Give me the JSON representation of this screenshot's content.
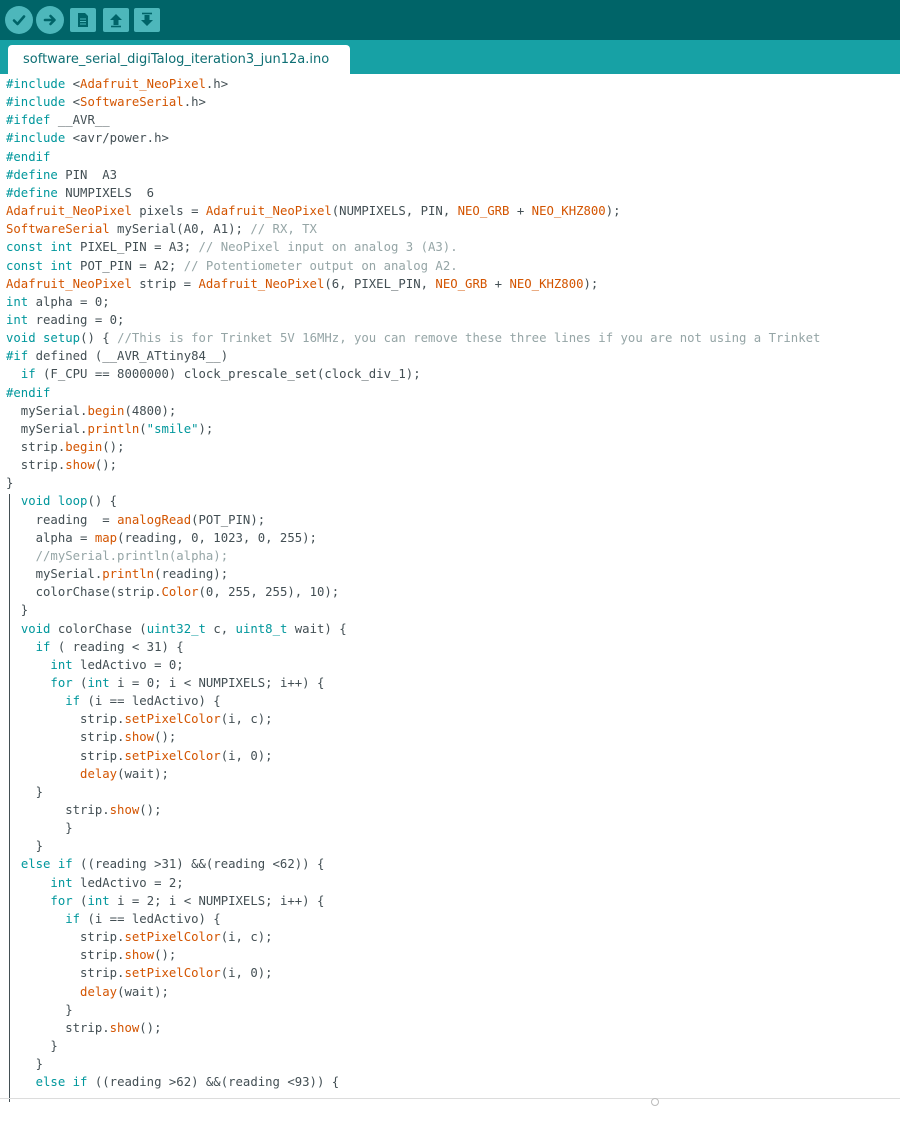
{
  "toolbar": {
    "buttons": [
      {
        "name": "verify",
        "icon": "checkmark-icon"
      },
      {
        "name": "upload",
        "icon": "arrow-right-icon"
      },
      {
        "name": "new",
        "icon": "document-icon"
      },
      {
        "name": "open",
        "icon": "arrow-up-icon"
      },
      {
        "name": "save",
        "icon": "arrow-down-icon"
      }
    ]
  },
  "tab": {
    "label": "software_serial_digiTalog_iteration3_jun12a.ino"
  },
  "colors": {
    "toolbar_bg": "#006468",
    "tab_bar_bg": "#17a1a5",
    "button_bg": "#4db7bb",
    "keyword": "#00979c",
    "function": "#d35400",
    "comment": "#95a5a6",
    "text": "#434f54"
  },
  "code_lines": [
    [
      [
        "k",
        "#include"
      ],
      [
        "t",
        " <"
      ],
      [
        "f",
        "Adafruit_NeoPixel"
      ],
      [
        "t",
        ".h>"
      ]
    ],
    [
      [
        "k",
        "#include"
      ],
      [
        "t",
        " <"
      ],
      [
        "f",
        "SoftwareSerial"
      ],
      [
        "t",
        ".h>"
      ]
    ],
    [
      [
        "k",
        "#ifdef"
      ],
      [
        "t",
        " __AVR__"
      ]
    ],
    [
      [
        "k",
        "#include"
      ],
      [
        "t",
        " <avr/power.h>"
      ]
    ],
    [
      [
        "k",
        "#endif"
      ]
    ],
    [
      [
        "k",
        "#define"
      ],
      [
        "t",
        " PIN  A3"
      ]
    ],
    [
      [
        "k",
        "#define"
      ],
      [
        "t",
        " NUMPIXELS  6"
      ]
    ],
    [
      [
        "f",
        "Adafruit_NeoPixel"
      ],
      [
        "t",
        " pixels = "
      ],
      [
        "f",
        "Adafruit_NeoPixel"
      ],
      [
        "t",
        "(NUMPIXELS, PIN, "
      ],
      [
        "f",
        "NEO_GRB"
      ],
      [
        "t",
        " + "
      ],
      [
        "f",
        "NEO_KHZ800"
      ],
      [
        "t",
        ");"
      ]
    ],
    [
      [
        "f",
        "SoftwareSerial"
      ],
      [
        "t",
        " mySerial(A0, A1); "
      ],
      [
        "c",
        "// RX, TX"
      ]
    ],
    [
      [
        "k",
        "const int"
      ],
      [
        "t",
        " PIXEL_PIN = A3; "
      ],
      [
        "c",
        "// NeoPixel input on analog 3 (A3)."
      ]
    ],
    [
      [
        "k",
        "const int"
      ],
      [
        "t",
        " POT_PIN = A2; "
      ],
      [
        "c",
        "// Potentiometer output on analog A2."
      ]
    ],
    [
      [
        "f",
        "Adafruit_NeoPixel"
      ],
      [
        "t",
        " strip = "
      ],
      [
        "f",
        "Adafruit_NeoPixel"
      ],
      [
        "t",
        "(6, PIXEL_PIN, "
      ],
      [
        "f",
        "NEO_GRB"
      ],
      [
        "t",
        " + "
      ],
      [
        "f",
        "NEO_KHZ800"
      ],
      [
        "t",
        ");"
      ]
    ],
    [
      [
        "k",
        "int"
      ],
      [
        "t",
        " alpha = 0;"
      ]
    ],
    [
      [
        "k",
        "int"
      ],
      [
        "t",
        " reading = 0;"
      ]
    ],
    [
      [
        "k",
        "void"
      ],
      [
        "t",
        " "
      ],
      [
        "k",
        "setup"
      ],
      [
        "t",
        "() { "
      ],
      [
        "c",
        "//This is for Trinket 5V 16MHz, you can remove these three lines if you are not using a Trinket"
      ]
    ],
    [
      [
        "k",
        "#if"
      ],
      [
        "t",
        " defined (__AVR_ATtiny84__)"
      ]
    ],
    [
      [
        "t",
        "  "
      ],
      [
        "k",
        "if"
      ],
      [
        "t",
        " (F_CPU == 8000000) clock_prescale_set(clock_div_1);"
      ]
    ],
    [
      [
        "k",
        "#endif"
      ]
    ],
    [
      [
        "t",
        "  mySerial."
      ],
      [
        "f",
        "begin"
      ],
      [
        "t",
        "(4800);"
      ]
    ],
    [
      [
        "t",
        "  mySerial."
      ],
      [
        "f",
        "println"
      ],
      [
        "t",
        "("
      ],
      [
        "k",
        "\"smile\""
      ],
      [
        "t",
        ");"
      ]
    ],
    [
      [
        "t",
        "  strip."
      ],
      [
        "f",
        "begin"
      ],
      [
        "t",
        "();"
      ]
    ],
    [
      [
        "t",
        "  strip."
      ],
      [
        "f",
        "show"
      ],
      [
        "t",
        "();"
      ]
    ],
    [
      [
        "t",
        "}"
      ]
    ],
    [
      [
        "t",
        "  "
      ],
      [
        "k",
        "void"
      ],
      [
        "t",
        " "
      ],
      [
        "k",
        "loop"
      ],
      [
        "t",
        "() {"
      ]
    ],
    [
      [
        "t",
        "    reading  = "
      ],
      [
        "f",
        "analogRead"
      ],
      [
        "t",
        "(POT_PIN);"
      ]
    ],
    [
      [
        "t",
        "    alpha = "
      ],
      [
        "f",
        "map"
      ],
      [
        "t",
        "(reading, 0, 1023, 0, 255);"
      ]
    ],
    [
      [
        "c",
        "    //mySerial.println(alpha);"
      ]
    ],
    [
      [
        "t",
        "    mySerial."
      ],
      [
        "f",
        "println"
      ],
      [
        "t",
        "(reading);"
      ]
    ],
    [
      [
        "t",
        "    colorChase(strip."
      ],
      [
        "f",
        "Color"
      ],
      [
        "t",
        "(0, 255, 255), 10);"
      ]
    ],
    [
      [
        "t",
        "  }"
      ]
    ],
    [
      [
        "t",
        "  "
      ],
      [
        "k",
        "void"
      ],
      [
        "t",
        " colorChase ("
      ],
      [
        "k",
        "uint32_t"
      ],
      [
        "t",
        " c, "
      ],
      [
        "k",
        "uint8_t"
      ],
      [
        "t",
        " wait) {"
      ]
    ],
    [
      [
        "t",
        "    "
      ],
      [
        "k",
        "if"
      ],
      [
        "t",
        " ( reading < 31) {"
      ]
    ],
    [
      [
        "t",
        "      "
      ],
      [
        "k",
        "int"
      ],
      [
        "t",
        " ledActivo = 0;"
      ]
    ],
    [
      [
        "t",
        "      "
      ],
      [
        "k",
        "for"
      ],
      [
        "t",
        " ("
      ],
      [
        "k",
        "int"
      ],
      [
        "t",
        " i = 0; i < NUMPIXELS; i++) {"
      ]
    ],
    [
      [
        "t",
        "        "
      ],
      [
        "k",
        "if"
      ],
      [
        "t",
        " (i == ledActivo) {"
      ]
    ],
    [
      [
        "t",
        "          strip."
      ],
      [
        "f",
        "setPixelColor"
      ],
      [
        "t",
        "(i, c);"
      ]
    ],
    [
      [
        "t",
        "          strip."
      ],
      [
        "f",
        "show"
      ],
      [
        "t",
        "();"
      ]
    ],
    [
      [
        "t",
        "          strip."
      ],
      [
        "f",
        "setPixelColor"
      ],
      [
        "t",
        "(i, 0);"
      ]
    ],
    [
      [
        "t",
        "          "
      ],
      [
        "f",
        "delay"
      ],
      [
        "t",
        "(wait);"
      ]
    ],
    [
      [
        "t",
        "    }"
      ]
    ],
    [
      [
        "t",
        "        strip."
      ],
      [
        "f",
        "show"
      ],
      [
        "t",
        "();"
      ]
    ],
    [
      [
        "t",
        "        }"
      ]
    ],
    [
      [
        "t",
        "    }"
      ]
    ],
    [
      [
        "t",
        "  "
      ],
      [
        "k",
        "else if"
      ],
      [
        "t",
        " ((reading >31) &&(reading <62)) {"
      ]
    ],
    [
      [
        "t",
        "      "
      ],
      [
        "k",
        "int"
      ],
      [
        "t",
        " ledActivo = 2;"
      ]
    ],
    [
      [
        "t",
        "      "
      ],
      [
        "k",
        "for"
      ],
      [
        "t",
        " ("
      ],
      [
        "k",
        "int"
      ],
      [
        "t",
        " i = 2; i < NUMPIXELS; i++) {"
      ]
    ],
    [
      [
        "t",
        "        "
      ],
      [
        "k",
        "if"
      ],
      [
        "t",
        " (i == ledActivo) {"
      ]
    ],
    [
      [
        "t",
        "          strip."
      ],
      [
        "f",
        "setPixelColor"
      ],
      [
        "t",
        "(i, c);"
      ]
    ],
    [
      [
        "t",
        "          strip."
      ],
      [
        "f",
        "show"
      ],
      [
        "t",
        "();"
      ]
    ],
    [
      [
        "t",
        "          strip."
      ],
      [
        "f",
        "setPixelColor"
      ],
      [
        "t",
        "(i, 0);"
      ]
    ],
    [
      [
        "t",
        "          "
      ],
      [
        "f",
        "delay"
      ],
      [
        "t",
        "(wait);"
      ]
    ],
    [
      [
        "t",
        "        }"
      ]
    ],
    [
      [
        "t",
        "        strip."
      ],
      [
        "f",
        "show"
      ],
      [
        "t",
        "();"
      ]
    ],
    [
      [
        "t",
        "      }"
      ]
    ],
    [
      [
        "t",
        "    }"
      ]
    ],
    [
      [
        "t",
        "    "
      ],
      [
        "k",
        "else if"
      ],
      [
        "t",
        " ((reading >62) &&(reading <93)) {"
      ]
    ]
  ]
}
